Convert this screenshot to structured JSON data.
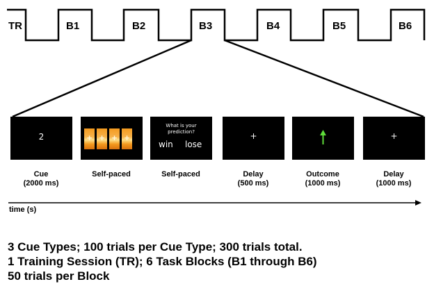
{
  "blocks": [
    "TR",
    "B1",
    "B2",
    "B3",
    "B4",
    "B5",
    "B6"
  ],
  "trial_screens": [
    {
      "id": "cue",
      "display": "2",
      "caption_line1": "Cue",
      "caption_line2": "(2000 ms)"
    },
    {
      "id": "self-paced-1",
      "display_icon": "card-row-icon",
      "caption_line1": "Self-paced",
      "caption_line2": ""
    },
    {
      "id": "self-paced-2",
      "prompt_line1": "What is your",
      "prompt_line2": "prediction?",
      "option_win": "win",
      "option_lose": "lose",
      "caption_line1": "Self-paced",
      "caption_line2": ""
    },
    {
      "id": "delay-1",
      "display": "+",
      "caption_line1": "Delay",
      "caption_line2": "(500 ms)"
    },
    {
      "id": "outcome",
      "display_icon": "green-up-arrow-icon",
      "caption_line1": "Outcome",
      "caption_line2": "(1000 ms)"
    },
    {
      "id": "delay-2",
      "display": "+",
      "caption_line1": "Delay",
      "caption_line2": "(1000 ms)"
    }
  ],
  "time_axis_label": "time (s)",
  "summary": [
    "3 Cue Types; 100 trials per Cue Type; 300 trials total.",
    "1 Training Session (TR); 6 Task Blocks (B1 through B6)",
    "50 trials per Block"
  ],
  "colors": {
    "screen_bg": "#000000",
    "outcome_arrow": "#5fdd3a",
    "card": "#f39a1f"
  }
}
